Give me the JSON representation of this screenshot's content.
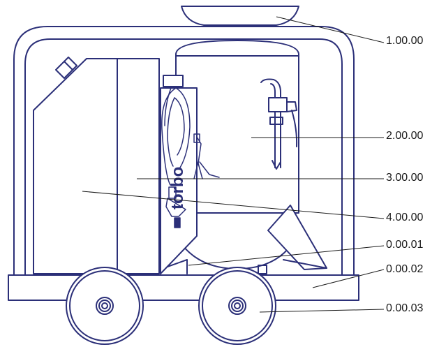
{
  "diagram": {
    "brand_text": "torbo",
    "callouts": [
      {
        "label": "1.00.00"
      },
      {
        "label": "2.00.00"
      },
      {
        "label": "3.00.00"
      },
      {
        "label": "4.00.00"
      },
      {
        "label": "0.00.01"
      },
      {
        "label": "0.00.02"
      },
      {
        "label": "0.00.03"
      }
    ]
  },
  "colors": {
    "line": "#2b2f78",
    "leader": "#1a1a1a",
    "background": "#ffffff"
  }
}
